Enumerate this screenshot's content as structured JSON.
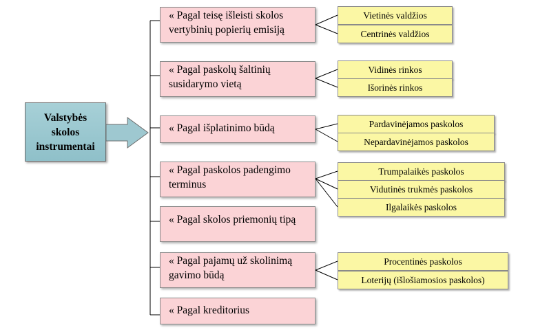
{
  "root": {
    "lines": [
      "Valstybės",
      "skolos",
      "instrumentai"
    ]
  },
  "categories": [
    {
      "prefix": "«",
      "label": "Pagal teisę išleisti skolos vertybinių popierių emisiją",
      "items": [
        "Vietinės valdžios",
        "Centrinės valdžios"
      ]
    },
    {
      "prefix": "«",
      "label": "Pagal paskolų šaltinių susidarymo vietą",
      "items": [
        "Vidinės rinkos",
        "Išorinės rinkos"
      ]
    },
    {
      "prefix": "«",
      "label": "Pagal išplatinimo būdą",
      "items": [
        "Pardavinėjamos paskolos",
        "Nepardavinėjamos paskolos"
      ]
    },
    {
      "prefix": "«",
      "label": "Pagal paskolos padengimo terminus",
      "items": [
        "Trumpalaikės paskolos",
        "Vidutinės trukmės paskolos",
        "Ilgalaikės paskolos"
      ]
    },
    {
      "prefix": "«",
      "label": "Pagal skolos priemonių tipą",
      "items": []
    },
    {
      "prefix": "«",
      "label": "Pagal pajamų už skolinimą gavimo būdą",
      "items": [
        "Procentinės paskolos",
        "Loterijų (išlošiamosios paskolos)"
      ]
    },
    {
      "prefix": "«",
      "label": "Pagal kreditorius",
      "items": []
    }
  ],
  "colors": {
    "root": "#9ec8d0",
    "category": "#fbd3d6",
    "item": "#fbf7a4",
    "line": "#000000"
  }
}
